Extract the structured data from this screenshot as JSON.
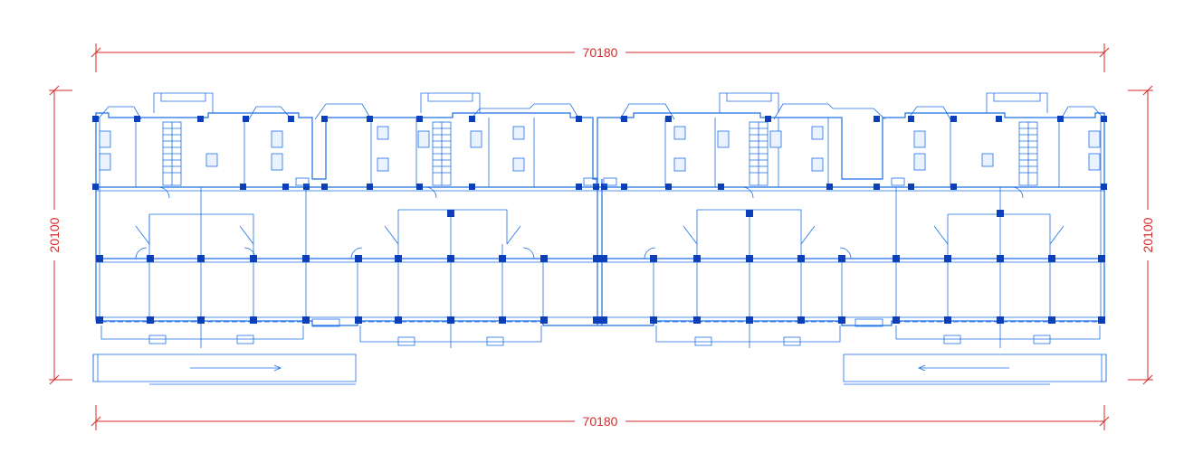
{
  "dimensions": {
    "top_length": "70180",
    "bottom_length": "70180",
    "left_width": "20100",
    "right_width": "20100"
  },
  "colors": {
    "dimension": "#d42a2a",
    "walls": "#1c6fe6",
    "columns": "#0d3fb8",
    "background": "#ffffff"
  },
  "icons": {
    "stair": "stair-icon",
    "toilet": "toilet-icon",
    "arrow": "direction-arrow-icon"
  }
}
